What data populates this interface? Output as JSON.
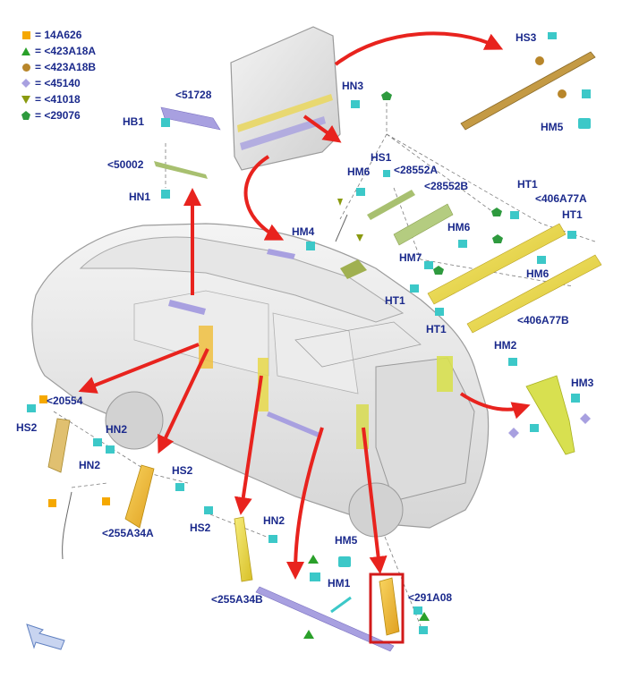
{
  "legend": [
    {
      "symbol": "square-icon",
      "color": "#f5a800",
      "text": "= 14A626"
    },
    {
      "symbol": "triangle-icon",
      "color": "#2aa02a",
      "text": "= <423A18A"
    },
    {
      "symbol": "circle-icon",
      "color": "#b8862a",
      "text": "= <423A18B"
    },
    {
      "symbol": "diamond-icon",
      "color": "#a8a0e0",
      "text": "= <45140"
    },
    {
      "symbol": "triangle-down-icon",
      "color": "#8a9a10",
      "text": "= <41018"
    },
    {
      "symbol": "pentagon-icon",
      "color": "#2e9a3e",
      "text": "= <29076"
    }
  ],
  "labels": {
    "hs3": "HS3",
    "hn3": "HN3",
    "hm5_top": "HM5",
    "c51728": "<51728",
    "hb1": "HB1",
    "c50002": "<50002",
    "hn1": "HN1",
    "hs1": "HS1",
    "hm6_a": "HM6",
    "c28552a": "<28552A",
    "c28552b": "<28552B",
    "ht1_a": "HT1",
    "c406a77a": "<406A77A",
    "ht1_b": "HT1",
    "hm4": "HM4",
    "hm6_b": "HM6",
    "hm7": "HM7",
    "hm6_c": "HM6",
    "ht1_c": "HT1",
    "ht1_d": "HT1",
    "c406a77b": "<406A77B",
    "hm2_r": "HM2",
    "hm3": "HM3",
    "c20554": "<20554",
    "hs2_a": "HS2",
    "hn2_a": "HN2",
    "hn2_b": "HN2",
    "hs2_b": "HS2",
    "c255a34a": "<255A34A",
    "hs2_c": "HS2",
    "hn2_c": "HN2",
    "c255a34b": "<255A34B",
    "hm5_b": "HM5",
    "hm1": "HM1",
    "c291a08": "<291A08"
  }
}
